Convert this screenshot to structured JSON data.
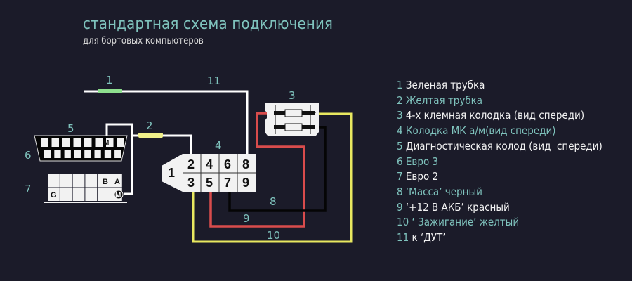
{
  "title": "стандартная схема подключения",
  "subtitle": "для бортовых компьютеров",
  "diagram_labels": {
    "l1": "1",
    "l2": "2",
    "l3": "3",
    "l4": "4",
    "l5": "5",
    "l6": "6",
    "l7": "7",
    "l8": "8",
    "l9": "9",
    "l10": "10",
    "l11": "11"
  },
  "connector4_pins": {
    "tab": "1",
    "p2": "2",
    "p4": "4",
    "p6": "6",
    "p8": "8",
    "p3": "3",
    "p5": "5",
    "p7": "7",
    "p9": "9"
  },
  "obd_pin": "M",
  "euro2_pins": {
    "b": "B",
    "a": "A",
    "g": "G",
    "m": "M"
  },
  "legend": [
    {
      "num": "1",
      "text": "Зеленая трубка",
      "style": "w"
    },
    {
      "num": "2",
      "text": "Желтая трубка",
      "style": "t"
    },
    {
      "num": "3",
      "text": "4-х клемная колодка (вид спереди)",
      "style": "w"
    },
    {
      "num": "4",
      "text": "Колодка МК а/м(вид спереди)",
      "style": "t"
    },
    {
      "num": "5",
      "text": "Диагностическая колод (вид  спереди)",
      "style": "w"
    },
    {
      "num": "6",
      "text": "Евро 3",
      "style": "t"
    },
    {
      "num": "7",
      "text": "Евро 2",
      "style": "w"
    },
    {
      "num": "8",
      "text": "‘Масса’ черный",
      "style": "t"
    },
    {
      "num": "9",
      "text": "‘+12 В АКБ’ красный",
      "style": "w"
    },
    {
      "num": "10",
      "text": "‘ Зажигание’ желтый",
      "style": "t"
    },
    {
      "num": "11",
      "text": "к ‘ДУТ’",
      "style": "w"
    }
  ],
  "colors": {
    "background": "#1b1b29",
    "accent": "#7fc3bd",
    "red_wire": "#d94c4c",
    "yellow_wire": "#e8e860",
    "black_wire": "#050505",
    "green_tube": "#8ee08e",
    "yellow_tube": "#f0f08a"
  }
}
